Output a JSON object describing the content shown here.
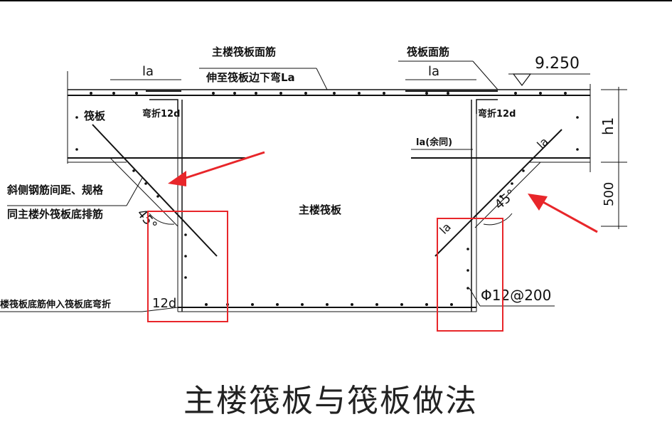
{
  "labels": {
    "main_raft_top_bar": "主楼筏板面筋",
    "extend_to_edge": "伸至筏板边下弯La",
    "raft_top_bar": "筏板面筋",
    "elevation": "9.250",
    "la_left": "la",
    "la_right": "la",
    "bend_12d_left": "弯折12d",
    "bend_12d_right": "弯折12d",
    "raft": "筏板",
    "la_remaining": "la(余同)",
    "h1": "h1",
    "dim_500": "500",
    "slope_note_1": "斜侧钢筋间距、规格",
    "slope_note_2": "同主楼外筏板底排筋",
    "angle_left": "45°",
    "angle_right": "45°",
    "la_slope_right_top": "la",
    "la_slope_right_bottom": "la",
    "main_raft": "主楼筏板",
    "bottom_bar_note": "楼筏板底筋伸入筏板底弯折",
    "bottom_bar_12d": "12d",
    "rebar_spec": "Φ12@200",
    "title": "主楼筏板与筏板做法"
  },
  "colors": {
    "line": "#111111",
    "highlight_box": "#e8262a",
    "arrow": "#e8262a",
    "title": "#222222"
  }
}
